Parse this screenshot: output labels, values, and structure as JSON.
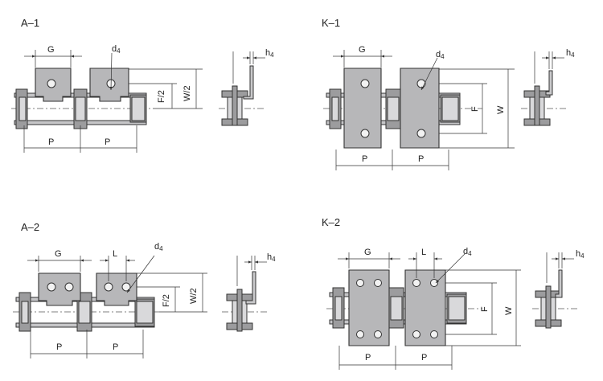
{
  "variants": [
    {
      "id": "a1",
      "title": "A–1",
      "labels": {
        "g": "G",
        "d": "d",
        "d_sub": "4",
        "f": "F/2",
        "w": "W/2",
        "p1": "P",
        "p2": "P",
        "h": "h",
        "h_sub": "4"
      }
    },
    {
      "id": "k1",
      "title": "K–1",
      "labels": {
        "g": "G",
        "d": "d",
        "d_sub": "4",
        "f": "F",
        "w": "W",
        "p1": "P",
        "p2": "P",
        "h": "h",
        "h_sub": "4"
      }
    },
    {
      "id": "a2",
      "title": "A–2",
      "labels": {
        "g": "G",
        "l": "L",
        "d": "d",
        "d_sub": "4",
        "f": "F/2",
        "w": "W/2",
        "p1": "P",
        "p2": "P",
        "h": "h",
        "h_sub": "4"
      }
    },
    {
      "id": "k2",
      "title": "K–2",
      "labels": {
        "g": "G",
        "l": "L",
        "d": "d",
        "d_sub": "4",
        "f": "F",
        "w": "W",
        "p1": "P",
        "p2": "P",
        "h": "h",
        "h_sub": "4"
      }
    }
  ],
  "colors": {
    "plate": "#b7b7b9",
    "line": "#333333",
    "background": "#ffffff"
  }
}
